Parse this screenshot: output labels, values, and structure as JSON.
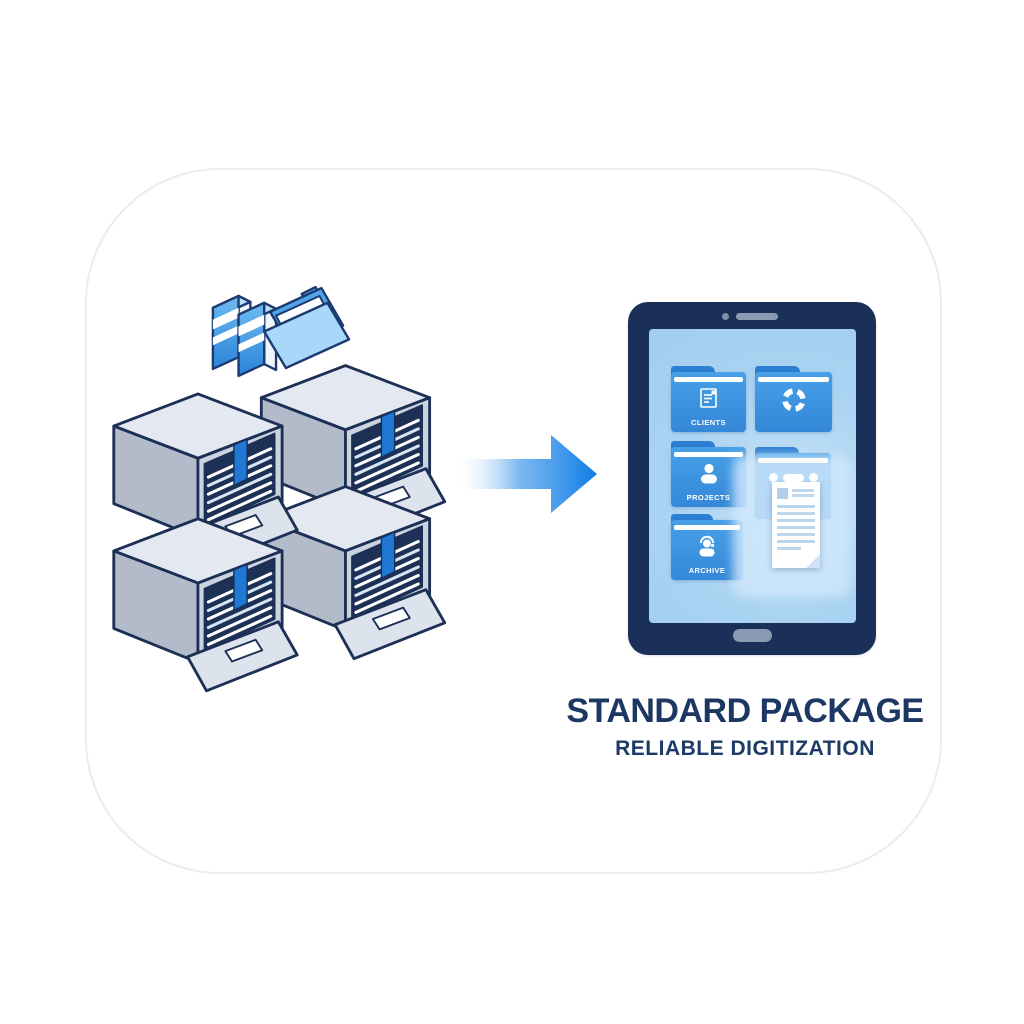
{
  "caption": {
    "title": "STANDARD PACKAGE",
    "subtitle": "RELIABLE DIGITIZATION"
  },
  "tablet": {
    "folders": [
      {
        "label": "CLIENTS",
        "icon": "document-icon"
      },
      {
        "label": "",
        "icon": "sync-icon"
      },
      {
        "label": "PROJECTS",
        "icon": "person-icon"
      },
      {
        "label": "",
        "icon": "dots-decoration"
      },
      {
        "label": "ARCHIVE",
        "icon": "person-headset-icon"
      }
    ],
    "screen_items": [
      "folder-grid",
      "document-preview"
    ]
  },
  "illustration": {
    "left_scene": [
      "binders-and-folder",
      "four-file-cabinet-drawers"
    ],
    "transform_icon": "right-arrow"
  },
  "colors": {
    "caption_text": "#1d3763",
    "accent_blue": "#0f7ce6",
    "folder_blue": "#3c92de",
    "folder_tab_blue": "#2d7fd2",
    "tablet_bezel": "#1b3059",
    "tablet_screen": "#a9d3f1",
    "cabinet_top": "#e3e8f1",
    "cabinet_side": "#b3bbca",
    "cabinet_front": "#ccd3e0",
    "outline_navy": "#1c2f55",
    "file_strap_blue": "#1e78d4",
    "binder_blue": "#5fb0ee",
    "open_folder_blue": "#a7d8f9",
    "card_border": "#ececee"
  }
}
